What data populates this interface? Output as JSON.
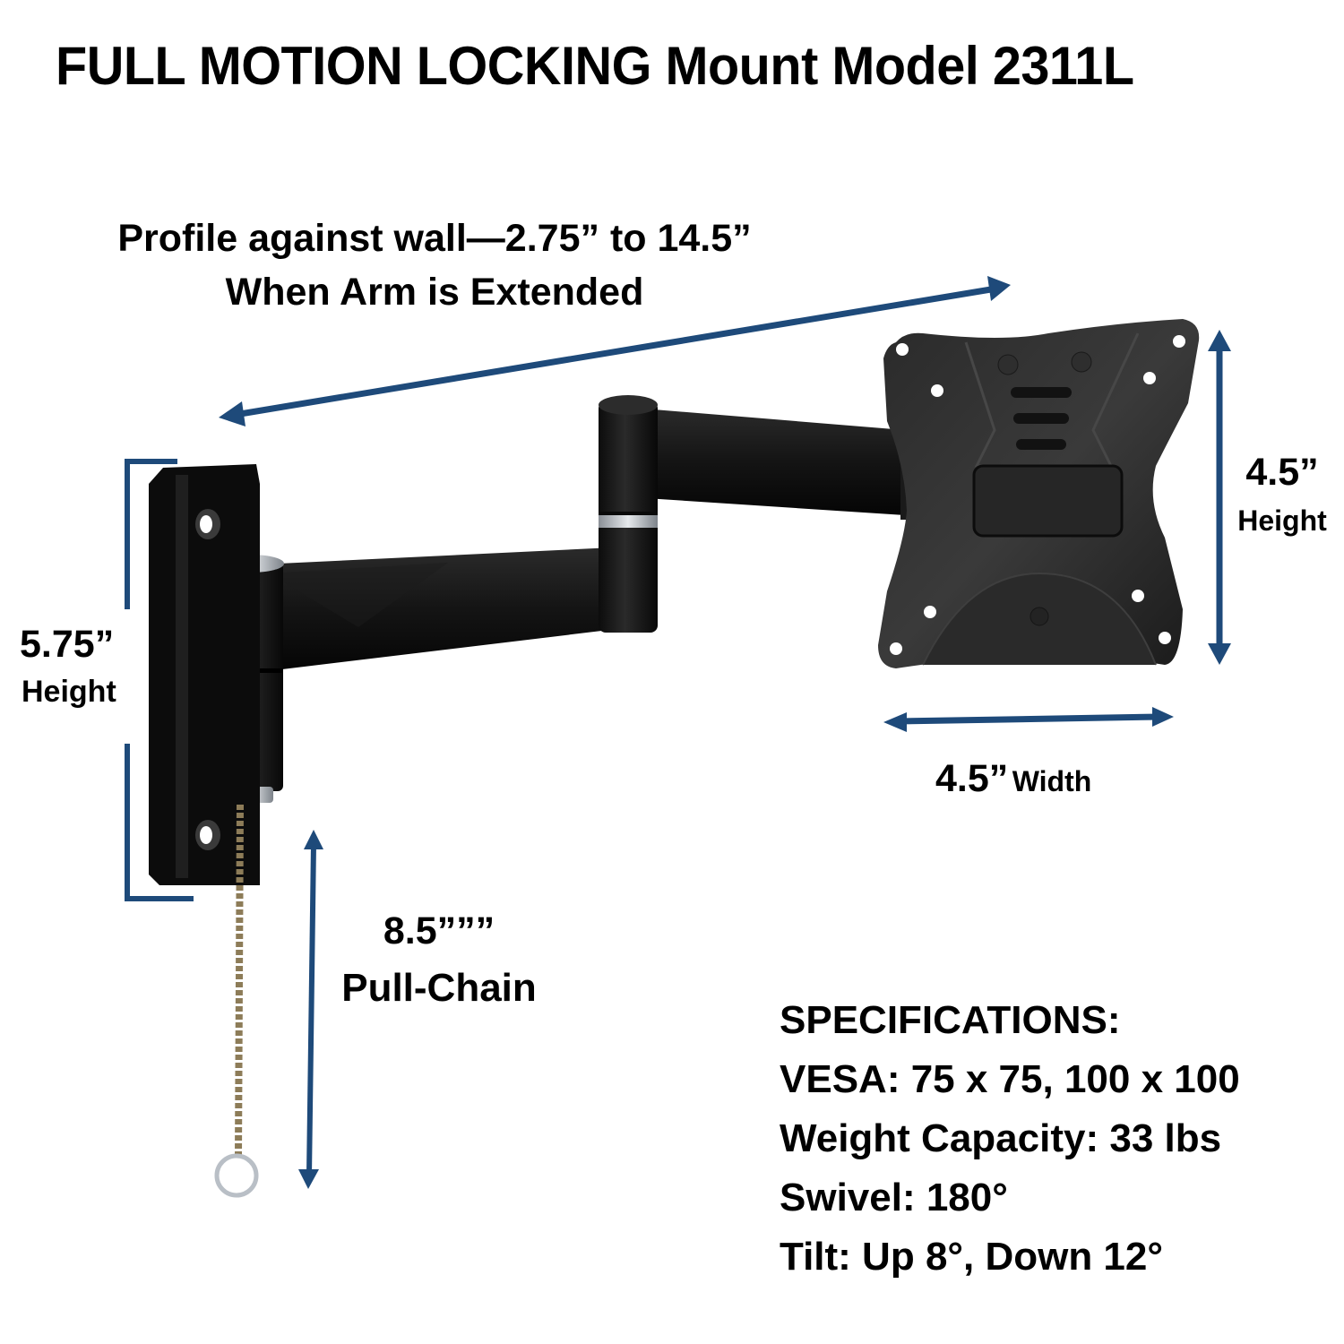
{
  "title": "FULL MOTION LOCKING Mount Model 2311L",
  "colors": {
    "arrow": "#1e4a7a",
    "mount_body": "#111111",
    "text": "#000000",
    "background": "#ffffff"
  },
  "profile_annotation": {
    "line1": "Profile against wall—2.75” to 14.5”",
    "line2": "When Arm is Extended",
    "icon": "double-arrow-diagonal"
  },
  "wall_plate_annotation": {
    "value": "5.75”",
    "label": "Height",
    "icon": "bracket-dimension"
  },
  "vesa_plate_height": {
    "value": "4.5”",
    "label": "Height",
    "icon": "double-arrow-vertical"
  },
  "vesa_plate_width": {
    "value": "4.5”",
    "label": "Width",
    "icon": "double-arrow-horizontal"
  },
  "pull_chain": {
    "value": "8.5”””",
    "label": "Pull-Chain",
    "icon": "double-arrow-vertical"
  },
  "specifications": {
    "heading": "SPECIFICATIONS:",
    "items": [
      "VESA: 75 x 75, 100 x 100",
      "Weight Capacity: 33 lbs",
      "Swivel: 180°",
      "Tilt: Up 8°, Down 12°"
    ]
  }
}
